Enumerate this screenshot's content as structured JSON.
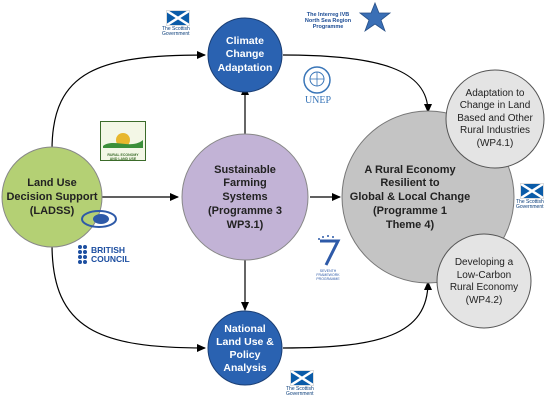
{
  "nodes": {
    "ladss": {
      "lines": [
        "Land Use",
        "Decision Support",
        "(LADSS)"
      ]
    },
    "climate": {
      "lines": [
        "Climate",
        "Change",
        "Adaptation"
      ]
    },
    "sustainable": {
      "lines": [
        "Sustainable",
        "Farming",
        "Systems",
        "(Programme 3",
        "WP3.1)"
      ]
    },
    "policy": {
      "lines": [
        "National",
        "Land Use &",
        "Policy",
        "Analysis"
      ]
    },
    "rural": {
      "lines": [
        "A Rural Economy",
        "Resilient to",
        "Global & Local Change",
        "(Programme 1",
        "Theme 4)"
      ]
    },
    "wp41": {
      "lines": [
        "Adaptation to",
        "Change in Land",
        "Based and Other",
        "Rural Industries",
        "(WP4.1)"
      ]
    },
    "wp42": {
      "lines": [
        "Developing a",
        "Low-Carbon",
        "Rural Economy",
        "(WP4.2)"
      ]
    }
  },
  "logos": {
    "scottish_gov_top": {
      "line1": "The Scottish",
      "line2": "Government"
    },
    "scottish_gov_right": {
      "line1": "The Scottish",
      "line2": "Government"
    },
    "scottish_gov_bottom": {
      "line1": "The Scottish",
      "line2": "Government"
    },
    "interreg": {
      "line1": "The Interreg IVB",
      "line2": "North Sea Region",
      "line3": "Programme"
    },
    "unep": {
      "label": "UNEP"
    },
    "reald": {
      "line1": "RURAL ECONOMY",
      "line2": "AND LAND USE"
    },
    "british_council": {
      "line1": "BRITISH",
      "line2": "COUNCIL"
    },
    "fp7": {
      "line1": "SEVENTH FRAMEWORK",
      "line2": "PROGRAMME"
    }
  },
  "colors": {
    "green": "#b4d074",
    "blue": "#2a62b1",
    "purple": "#c2b3d6",
    "grey": "#c4c4c4",
    "light_grey": "#e4e4e4",
    "arrow": "#000000"
  }
}
